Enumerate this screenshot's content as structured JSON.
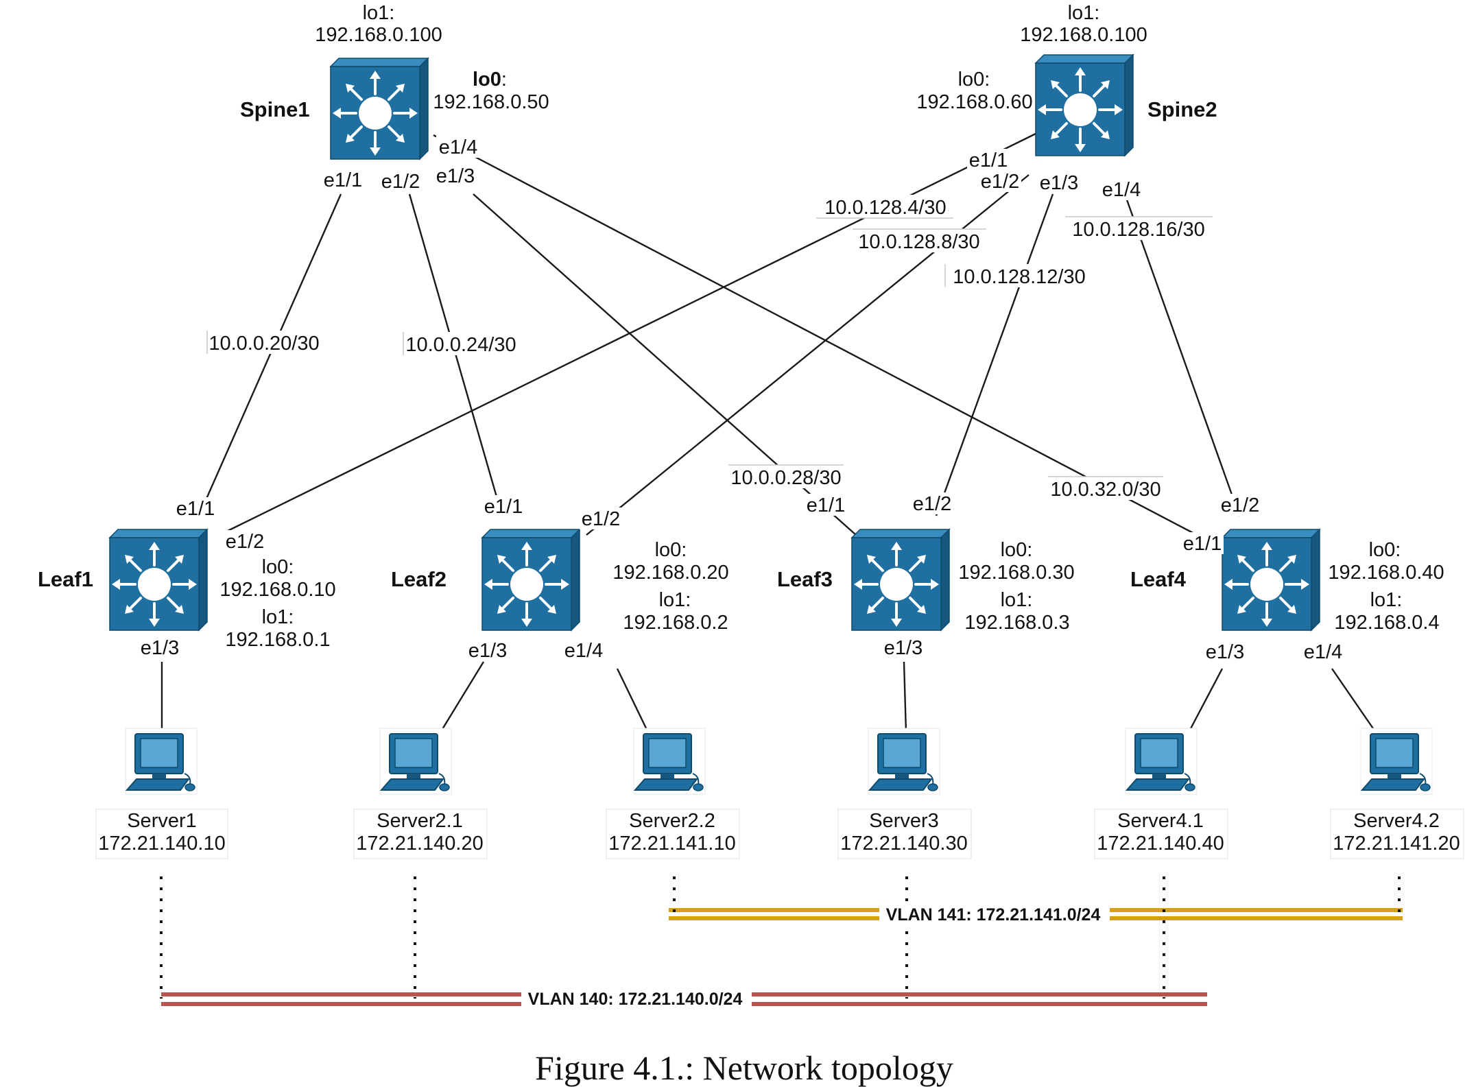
{
  "caption": "Figure 4.1.: Network topology",
  "switches": [
    {
      "id": "spine1",
      "name": "Spine1",
      "lo1_label": "lo1:",
      "lo1": "192.168.0.100",
      "lo0_label": "lo0",
      "lo0_colon": ":",
      "lo0": "192.168.0.50"
    },
    {
      "id": "spine2",
      "name": "Spine2",
      "lo1_label": "lo1:",
      "lo1": "192.168.0.100",
      "lo0_label": "lo0:",
      "lo0": "192.168.0.60"
    },
    {
      "id": "leaf1",
      "name": "Leaf1",
      "lo0_label": "lo0:",
      "lo0": "192.168.0.10",
      "lo1_label": "lo1:",
      "lo1": "192.168.0.1"
    },
    {
      "id": "leaf2",
      "name": "Leaf2",
      "lo0_label": "lo0:",
      "lo0": "192.168.0.20",
      "lo1_label": "lo1:",
      "lo1": "192.168.0.2"
    },
    {
      "id": "leaf3",
      "name": "Leaf3",
      "lo0_label": "lo0:",
      "lo0": "192.168.0.30",
      "lo1_label": "lo1:",
      "lo1": "192.168.0.3"
    },
    {
      "id": "leaf4",
      "name": "Leaf4",
      "lo0_label": "lo0:",
      "lo0": "192.168.0.40",
      "lo1_label": "lo1:",
      "lo1": "192.168.0.4"
    }
  ],
  "links": [
    {
      "a": "spine1",
      "a_port": "e1/1",
      "b": "leaf1",
      "b_port": "e1/1",
      "subnet": "10.0.0.20/30"
    },
    {
      "a": "spine1",
      "a_port": "e1/2",
      "b": "leaf2",
      "b_port": "e1/1",
      "subnet": "10.0.0.24/30"
    },
    {
      "a": "spine1",
      "a_port": "e1/3",
      "b": "leaf3",
      "b_port": "e1/1",
      "subnet": "10.0.0.28/30"
    },
    {
      "a": "spine1",
      "a_port": "e1/4",
      "b": "leaf4",
      "b_port": "e1/1",
      "subnet": "10.0.32.0/30"
    },
    {
      "a": "spine2",
      "a_port": "e1/1",
      "b": "leaf1",
      "b_port": "e1/2",
      "subnet": "10.0.128.4/30"
    },
    {
      "a": "spine2",
      "a_port": "e1/2",
      "b": "leaf2",
      "b_port": "e1/2",
      "subnet": "10.0.128.8/30"
    },
    {
      "a": "spine2",
      "a_port": "e1/3",
      "b": "leaf3",
      "b_port": "e1/2",
      "subnet": "10.0.128.12/30"
    },
    {
      "a": "spine2",
      "a_port": "e1/4",
      "b": "leaf4",
      "b_port": "e1/2",
      "subnet": "10.0.128.16/30"
    }
  ],
  "servers": [
    {
      "id": "server1",
      "name": "Server1",
      "ip": "172.21.140.10",
      "leaf": "leaf1",
      "port": "e1/3"
    },
    {
      "id": "server2_1",
      "name": "Server2.1",
      "ip": "172.21.140.20",
      "leaf": "leaf2",
      "port": "e1/3"
    },
    {
      "id": "server2_2",
      "name": "Server2.2",
      "ip": "172.21.141.10",
      "leaf": "leaf2",
      "port": "e1/4"
    },
    {
      "id": "server3",
      "name": "Server3",
      "ip": "172.21.140.30",
      "leaf": "leaf3",
      "port": "e1/3"
    },
    {
      "id": "server4_1",
      "name": "Server4.1",
      "ip": "172.21.140.40",
      "leaf": "leaf4",
      "port": "e1/3"
    },
    {
      "id": "server4_2",
      "name": "Server4.2",
      "ip": "172.21.141.20",
      "leaf": "leaf4",
      "port": "e1/4"
    }
  ],
  "vlans": [
    {
      "id": "vlan141",
      "label": "VLAN 141: 172.21.141.0/24",
      "color": "#D4A017",
      "members": [
        "server2_2",
        "server3",
        "server4_1",
        "server4_2"
      ]
    },
    {
      "id": "vlan140",
      "label": "VLAN 140: 172.21.140.0/24",
      "color": "#B85450",
      "members": [
        "server1",
        "server2_1",
        "server3",
        "server4_1"
      ]
    }
  ],
  "colors": {
    "device_fill": "#1F6FA0",
    "device_top": "#3B8DBF",
    "device_side": "#15577F",
    "line": "#1a1a1a"
  },
  "icons": {
    "switch": "layer3-switch-icon",
    "server": "workstation-icon"
  }
}
